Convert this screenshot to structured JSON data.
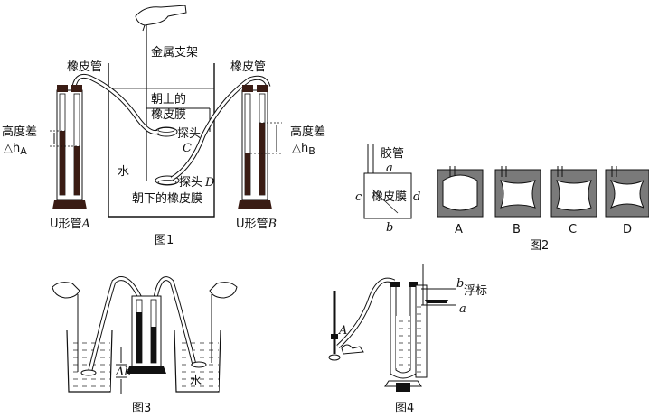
{
  "fig1": {
    "caption": "图1",
    "rubber_tube_left": "橡皮管",
    "rubber_tube_right": "橡皮管",
    "metal_stand": "金属支架",
    "membrane_up_l1": "朝上的",
    "membrane_up_l2": "橡皮膜",
    "probe_c": "探头",
    "letter_c": "C",
    "water": "水",
    "probe_d": "探头",
    "letter_d": "D",
    "membrane_down": "朝下的橡皮膜",
    "height_diff_left": "高度差",
    "delta_h_a_prefix": "△h",
    "delta_h_a_sub": "A",
    "height_diff_right": "高度差",
    "delta_h_b_prefix": "△h",
    "delta_h_b_sub": "B",
    "tube_a_prefix": "U形管",
    "tube_a_letter": "A",
    "tube_b_prefix": "U形管",
    "tube_b_letter": "B"
  },
  "fig2": {
    "caption": "图2",
    "glue_tube": "胶管",
    "membrane": "橡皮膜",
    "side_a": "a",
    "side_b": "b",
    "side_c": "c",
    "side_d": "d",
    "options": [
      "A",
      "B",
      "C",
      "D"
    ]
  },
  "fig3": {
    "caption": "图3",
    "delta_h": "Δh",
    "water": "水"
  },
  "fig4": {
    "caption": "图4",
    "float_label": "浮标",
    "mark_a": "a",
    "mark_b": "b",
    "mark_A": "A"
  }
}
